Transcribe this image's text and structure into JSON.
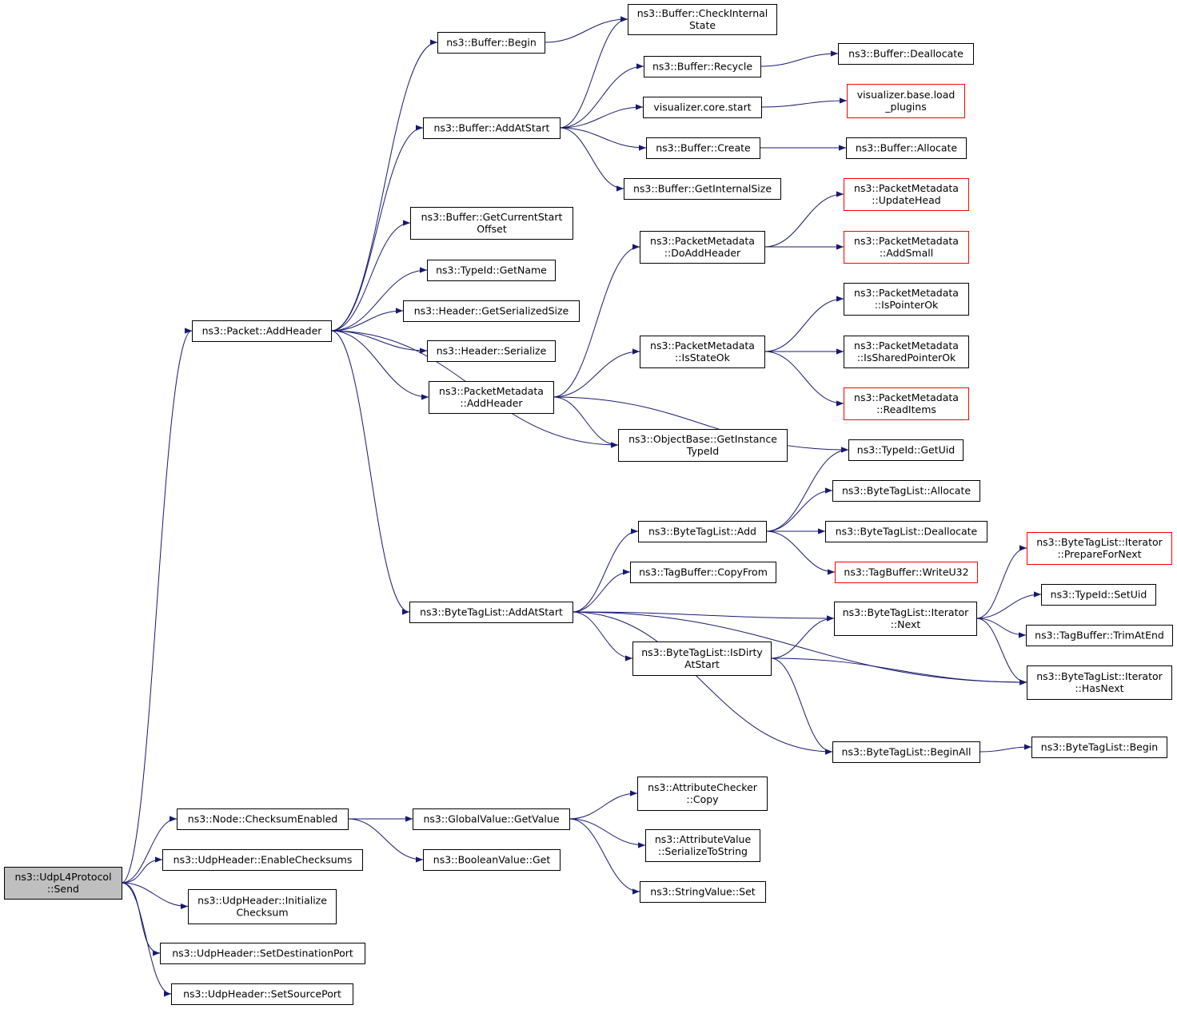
{
  "diagram": {
    "type": "call-graph",
    "edge_color": "#191970",
    "node_border_color": "#000000",
    "truncated_node_border_color": "#ff0000",
    "root_fill_color": "#bfbfbf",
    "nodes": [
      {
        "id": "udpsend",
        "lines": [
          "ns3::UdpL4Protocol",
          "::Send"
        ],
        "style": "root"
      },
      {
        "id": "addheader",
        "lines": [
          "ns3::Packet::AddHeader"
        ]
      },
      {
        "id": "checksumenabled",
        "lines": [
          "ns3::Node::ChecksumEnabled"
        ]
      },
      {
        "id": "enablechecksums",
        "lines": [
          "ns3::UdpHeader::EnableChecksums"
        ]
      },
      {
        "id": "initchecksum",
        "lines": [
          "ns3::UdpHeader::Initialize",
          "Checksum"
        ]
      },
      {
        "id": "setdestport",
        "lines": [
          "ns3::UdpHeader::SetDestinationPort"
        ]
      },
      {
        "id": "setsrcport",
        "lines": [
          "ns3::UdpHeader::SetSourcePort"
        ]
      },
      {
        "id": "bufbegin",
        "lines": [
          "ns3::Buffer::Begin"
        ]
      },
      {
        "id": "bufaddatstart",
        "lines": [
          "ns3::Buffer::AddAtStart"
        ]
      },
      {
        "id": "getcurrentstart",
        "lines": [
          "ns3::Buffer::GetCurrentStart",
          "Offset"
        ]
      },
      {
        "id": "typeidgetname",
        "lines": [
          "ns3::TypeId::GetName"
        ]
      },
      {
        "id": "getserializedsize",
        "lines": [
          "ns3::Header::GetSerializedSize"
        ]
      },
      {
        "id": "headerserialize",
        "lines": [
          "ns3::Header::Serialize"
        ]
      },
      {
        "id": "pmaddheader",
        "lines": [
          "ns3::PacketMetadata",
          "::AddHeader"
        ]
      },
      {
        "id": "btladdatstart",
        "lines": [
          "ns3::ByteTagList::AddAtStart"
        ]
      },
      {
        "id": "globalgetvalue",
        "lines": [
          "ns3::GlobalValue::GetValue"
        ]
      },
      {
        "id": "booleanget",
        "lines": [
          "ns3::BooleanValue::Get"
        ]
      },
      {
        "id": "checkinternal",
        "lines": [
          "ns3::Buffer::CheckInternal",
          "State"
        ]
      },
      {
        "id": "recycle",
        "lines": [
          "ns3::Buffer::Recycle"
        ]
      },
      {
        "id": "vizstart",
        "lines": [
          "visualizer.core.start"
        ]
      },
      {
        "id": "bufcreate",
        "lines": [
          "ns3::Buffer::Create"
        ]
      },
      {
        "id": "getinternalsize",
        "lines": [
          "ns3::Buffer::GetInternalSize"
        ]
      },
      {
        "id": "pmdoaddheader",
        "lines": [
          "ns3::PacketMetadata",
          "::DoAddHeader"
        ]
      },
      {
        "id": "pmisstateok",
        "lines": [
          "ns3::PacketMetadata",
          "::IsStateOk"
        ]
      },
      {
        "id": "getinstancetypeid",
        "lines": [
          "ns3::ObjectBase::GetInstance",
          "TypeId"
        ]
      },
      {
        "id": "btladd",
        "lines": [
          "ns3::ByteTagList::Add"
        ]
      },
      {
        "id": "tbcopyfrom",
        "lines": [
          "ns3::TagBuffer::CopyFrom"
        ]
      },
      {
        "id": "isdirtyatstart",
        "lines": [
          "ns3::ByteTagList::IsDirty",
          "AtStart"
        ]
      },
      {
        "id": "attrcheckercopy",
        "lines": [
          "ns3::AttributeChecker",
          "::Copy"
        ]
      },
      {
        "id": "attrvalueser",
        "lines": [
          "ns3::AttributeValue",
          "::SerializeToString"
        ]
      },
      {
        "id": "stringvalueset",
        "lines": [
          "ns3::StringValue::Set"
        ]
      },
      {
        "id": "bufdeallocate",
        "lines": [
          "ns3::Buffer::Deallocate"
        ]
      },
      {
        "id": "loadplugins",
        "lines": [
          "visualizer.base.load",
          "_plugins"
        ],
        "style": "trunc"
      },
      {
        "id": "bufallocate",
        "lines": [
          "ns3::Buffer::Allocate"
        ]
      },
      {
        "id": "pmupdatehead",
        "lines": [
          "ns3::PacketMetadata",
          "::UpdateHead"
        ],
        "style": "trunc"
      },
      {
        "id": "pmaddsmall",
        "lines": [
          "ns3::PacketMetadata",
          "::AddSmall"
        ],
        "style": "trunc"
      },
      {
        "id": "pmispointerok",
        "lines": [
          "ns3::PacketMetadata",
          "::IsPointerOk"
        ]
      },
      {
        "id": "pmissharedptrok",
        "lines": [
          "ns3::PacketMetadata",
          "::IsSharedPointerOk"
        ]
      },
      {
        "id": "pmreaditems",
        "lines": [
          "ns3::PacketMetadata",
          "::ReadItems"
        ],
        "style": "trunc"
      },
      {
        "id": "typeidgetuid",
        "lines": [
          "ns3::TypeId::GetUid"
        ]
      },
      {
        "id": "btlallocate",
        "lines": [
          "ns3::ByteTagList::Allocate"
        ]
      },
      {
        "id": "btldeallocate",
        "lines": [
          "ns3::ByteTagList::Deallocate"
        ]
      },
      {
        "id": "tbwriteu32",
        "lines": [
          "ns3::TagBuffer::WriteU32"
        ],
        "style": "trunc"
      },
      {
        "id": "iternext",
        "lines": [
          "ns3::ByteTagList::Iterator",
          "::Next"
        ]
      },
      {
        "id": "btlbeginall",
        "lines": [
          "ns3::ByteTagList::BeginAll"
        ]
      },
      {
        "id": "iterprepare",
        "lines": [
          "ns3::ByteTagList::Iterator",
          "::PrepareForNext"
        ],
        "style": "trunc"
      },
      {
        "id": "typeidsetuid",
        "lines": [
          "ns3::TypeId::SetUid"
        ]
      },
      {
        "id": "tbtrimatend",
        "lines": [
          "ns3::TagBuffer::TrimAtEnd"
        ]
      },
      {
        "id": "iterhasnext",
        "lines": [
          "ns3::ByteTagList::Iterator",
          "::HasNext"
        ]
      },
      {
        "id": "btlbegin",
        "lines": [
          "ns3::ByteTagList::Begin"
        ]
      }
    ],
    "edges": [
      [
        "udpsend",
        "addheader"
      ],
      [
        "udpsend",
        "checksumenabled"
      ],
      [
        "udpsend",
        "enablechecksums"
      ],
      [
        "udpsend",
        "initchecksum"
      ],
      [
        "udpsend",
        "setdestport"
      ],
      [
        "udpsend",
        "setsrcport"
      ],
      [
        "addheader",
        "bufbegin"
      ],
      [
        "addheader",
        "bufaddatstart"
      ],
      [
        "addheader",
        "getcurrentstart"
      ],
      [
        "addheader",
        "typeidgetname"
      ],
      [
        "addheader",
        "getserializedsize"
      ],
      [
        "addheader",
        "headerserialize"
      ],
      [
        "addheader",
        "pmaddheader"
      ],
      [
        "addheader",
        "getinstancetypeid"
      ],
      [
        "addheader",
        "btladdatstart"
      ],
      [
        "bufbegin",
        "checkinternal"
      ],
      [
        "bufaddatstart",
        "checkinternal"
      ],
      [
        "bufaddatstart",
        "recycle"
      ],
      [
        "bufaddatstart",
        "vizstart"
      ],
      [
        "bufaddatstart",
        "bufcreate"
      ],
      [
        "bufaddatstart",
        "getinternalsize"
      ],
      [
        "recycle",
        "bufdeallocate"
      ],
      [
        "vizstart",
        "loadplugins"
      ],
      [
        "bufcreate",
        "bufallocate"
      ],
      [
        "pmaddheader",
        "pmdoaddheader"
      ],
      [
        "pmaddheader",
        "pmisstateok"
      ],
      [
        "pmaddheader",
        "getinstancetypeid"
      ],
      [
        "pmaddheader",
        "typeidgetuid"
      ],
      [
        "pmdoaddheader",
        "pmupdatehead"
      ],
      [
        "pmdoaddheader",
        "pmaddsmall"
      ],
      [
        "pmisstateok",
        "pmispointerok"
      ],
      [
        "pmisstateok",
        "pmissharedptrok"
      ],
      [
        "pmisstateok",
        "pmreaditems"
      ],
      [
        "btladdatstart",
        "btladd"
      ],
      [
        "btladdatstart",
        "tbcopyfrom"
      ],
      [
        "btladdatstart",
        "iternext"
      ],
      [
        "btladdatstart",
        "isdirtyatstart"
      ],
      [
        "btladdatstart",
        "iterhasnext"
      ],
      [
        "btladdatstart",
        "btlbeginall"
      ],
      [
        "btladd",
        "typeidgetuid"
      ],
      [
        "btladd",
        "btlallocate"
      ],
      [
        "btladd",
        "btldeallocate"
      ],
      [
        "btladd",
        "tbwriteu32"
      ],
      [
        "isdirtyatstart",
        "iternext"
      ],
      [
        "isdirtyatstart",
        "iterhasnext"
      ],
      [
        "isdirtyatstart",
        "btlbeginall"
      ],
      [
        "iternext",
        "iterprepare"
      ],
      [
        "iternext",
        "typeidsetuid"
      ],
      [
        "iternext",
        "tbtrimatend"
      ],
      [
        "iternext",
        "iterhasnext"
      ],
      [
        "btlbeginall",
        "btlbegin"
      ],
      [
        "checksumenabled",
        "globalgetvalue"
      ],
      [
        "checksumenabled",
        "booleanget"
      ],
      [
        "globalgetvalue",
        "attrcheckercopy"
      ],
      [
        "globalgetvalue",
        "attrvalueser"
      ],
      [
        "globalgetvalue",
        "stringvalueset"
      ]
    ]
  }
}
